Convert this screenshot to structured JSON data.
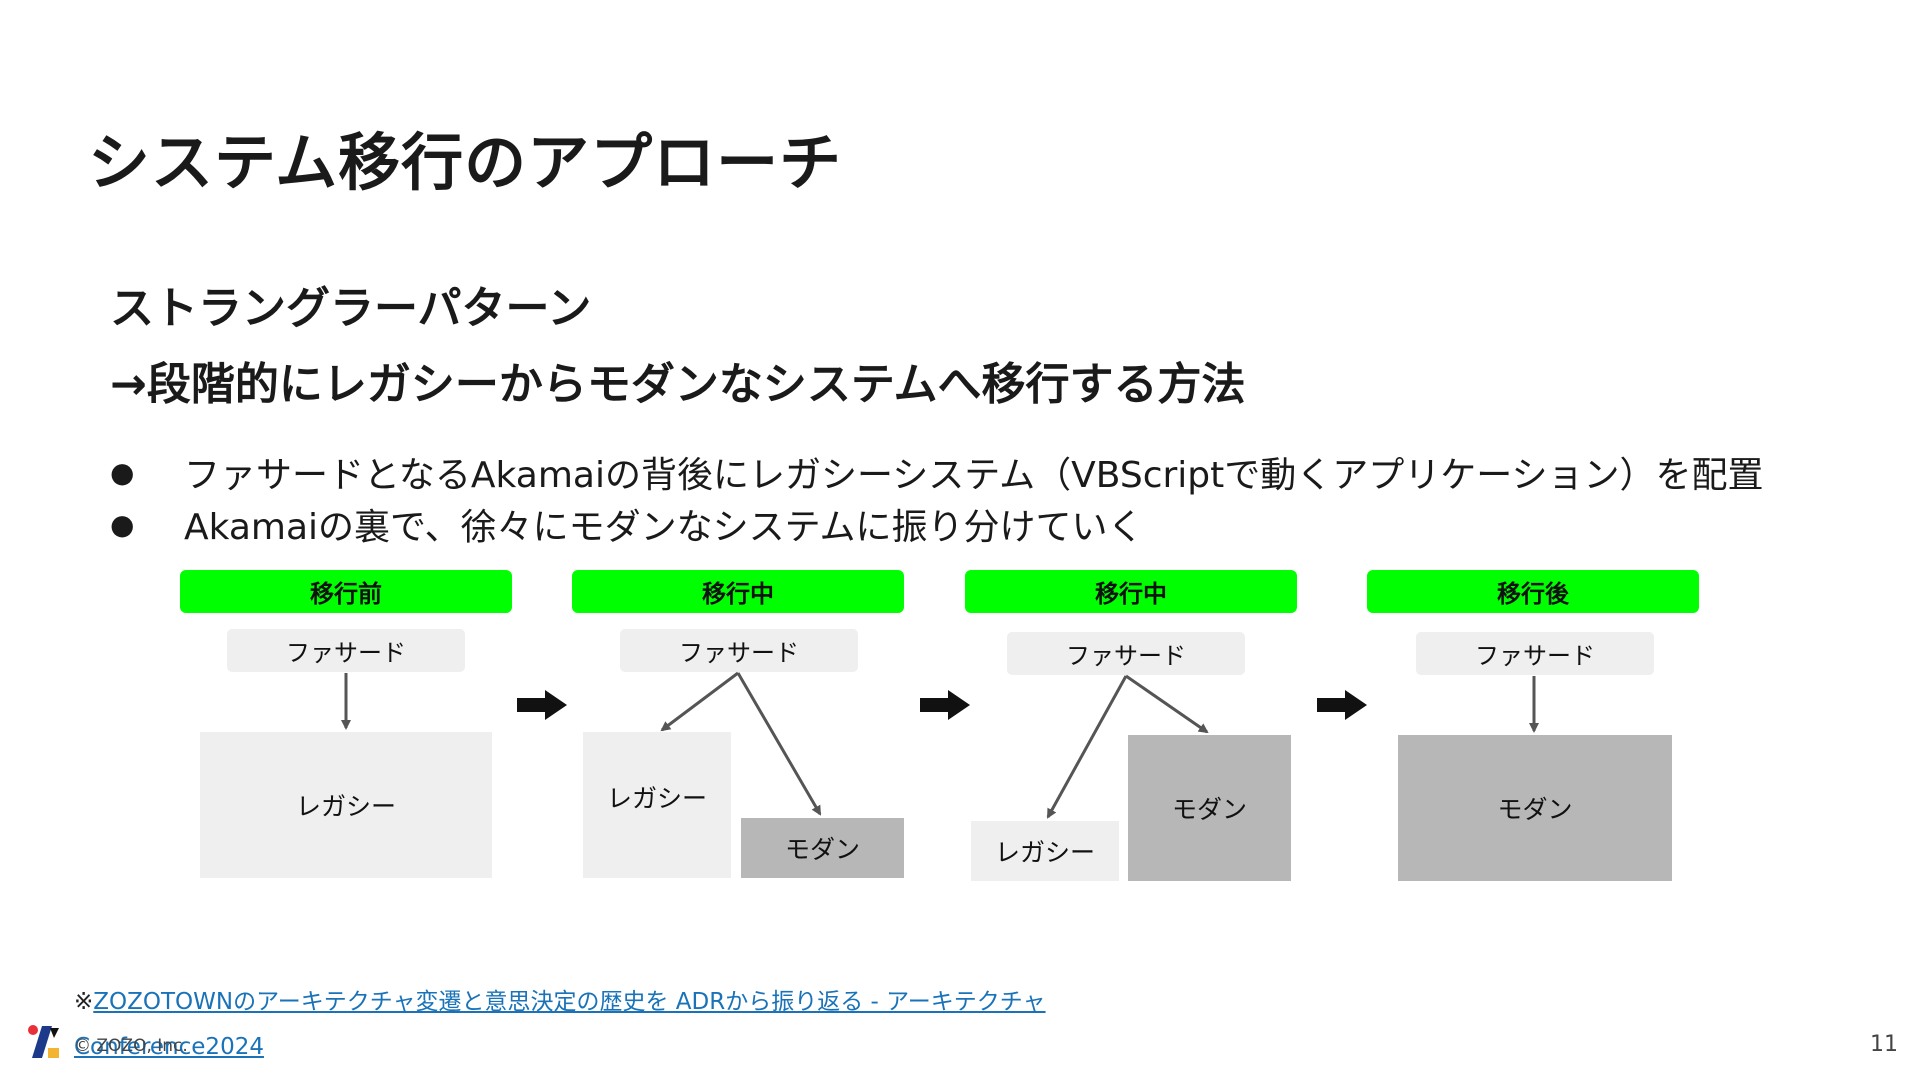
{
  "slide": {
    "title": "システム移行のアプローチ",
    "subtitle_line1": "ストラングラーパターン",
    "subtitle_line2": "→段階的にレガシーからモダンなシステムへ移行する方法",
    "bullets": [
      "ファサードとなるAkamaiの背後にレガシーシステム（VBScriptで動くアプリケーション）を配置",
      "Akamaiの裏で、徐々にモダンなシステムに振り分けていく"
    ],
    "bullet_symbol": "●"
  },
  "diagram": {
    "stages": [
      {
        "header": "移行前",
        "facade": "ファサード",
        "legacy": "レガシー"
      },
      {
        "header": "移行中",
        "facade": "ファサード",
        "legacy": "レガシー",
        "modern": "モダン"
      },
      {
        "header": "移行中",
        "facade": "ファサード",
        "legacy": "レガシー",
        "modern": "モダン"
      },
      {
        "header": "移行後",
        "facade": "ファサード",
        "modern": "モダン"
      }
    ],
    "header_color": "#00ff00",
    "legacy_color": "#efefef",
    "modern_color": "#b7b7b7"
  },
  "footer": {
    "note_mark": "※",
    "link_text": "ZOZOTOWNのアーキテクチャ変遷と意思決定の歴史を ADRから振り返る - アーキテクチャ Conference2024",
    "copyright": "© ZOZO, Inc.",
    "page_number": "11",
    "link_color": "#1a73b8"
  }
}
